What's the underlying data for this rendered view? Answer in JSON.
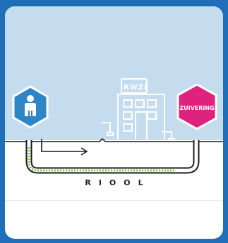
{
  "illustration": {
    "building_sign": "RWZI",
    "treatment_label": "ZUIVERING",
    "sewer_label": "RIOOL",
    "icons": [
      "person-icon",
      "flow-arrow-icon",
      "building-icon",
      "tap-icon"
    ]
  },
  "colors": {
    "frame": "#1f6fb8",
    "sky": "#c4dcee",
    "person_hex": "#2f86c6",
    "treatment_hex": "#e0227f",
    "pipe_dots": "#7fc243",
    "line": "#1a1a1a"
  }
}
